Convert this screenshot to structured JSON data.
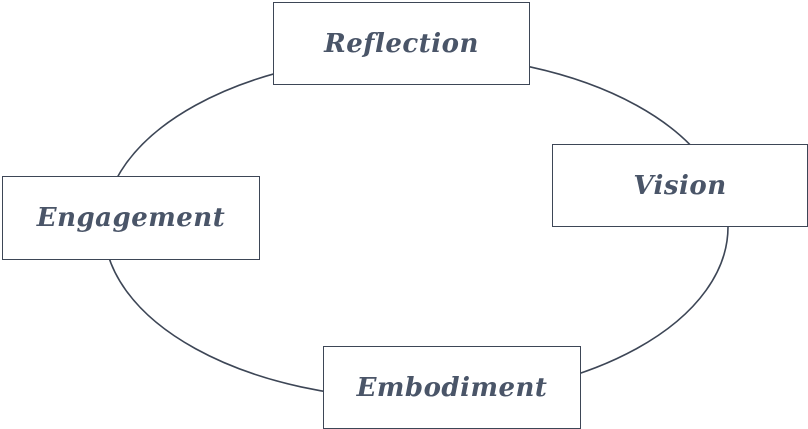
{
  "diagram": {
    "type": "cycle",
    "connector_color": "#3d4656",
    "label_color": "#4a5568",
    "nodes": [
      {
        "label": "Reflection"
      },
      {
        "label": "Vision"
      },
      {
        "label": "Embodiment"
      },
      {
        "label": "Engagement"
      }
    ]
  }
}
